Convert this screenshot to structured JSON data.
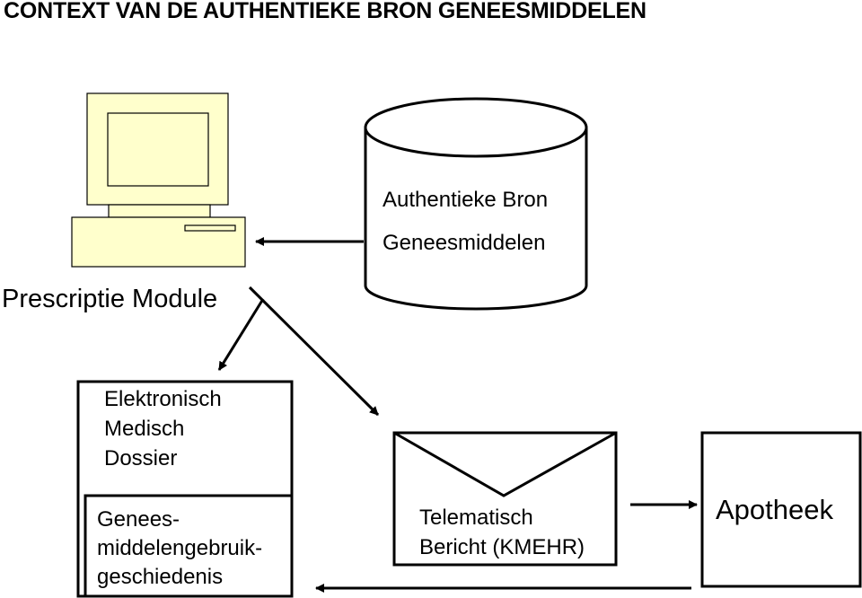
{
  "title": "CONTEXT VAN DE AUTHENTIEKE BRON GENEESMIDDELEN",
  "prescription_module": {
    "label": "Prescriptie Module",
    "icon": "computer-icon",
    "fill_color": "#ffffcc"
  },
  "database": {
    "icon": "database-icon",
    "line1": "Authentieke Bron",
    "line2": "Geneesmiddelen"
  },
  "emd": {
    "line1": "Elektronisch",
    "line2": "Medisch",
    "line3": "Dossier"
  },
  "medication_history": {
    "line1": "Genees-",
    "line2": "middelengebruik-",
    "line3": "geschiedenis"
  },
  "message": {
    "icon": "envelope-icon",
    "line1": "Telematisch",
    "line2": "Bericht (KMEHR)"
  },
  "pharmacy": {
    "label": "Apotheek"
  }
}
